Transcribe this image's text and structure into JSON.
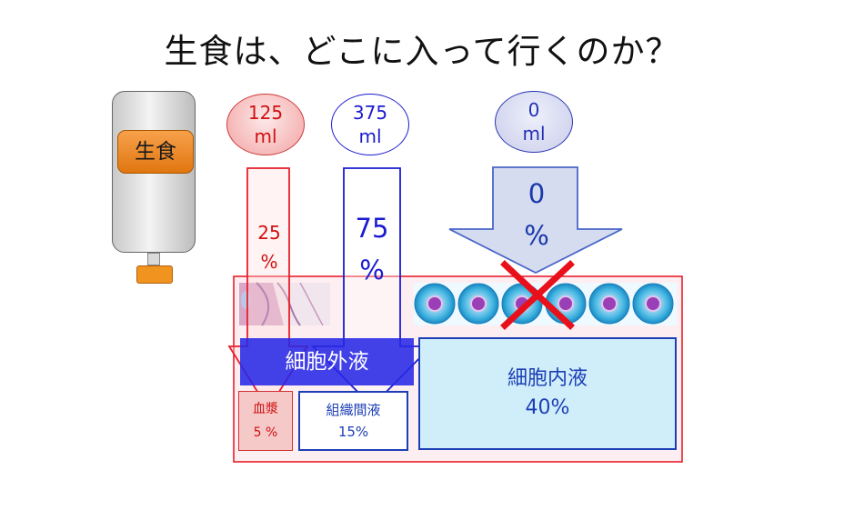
{
  "title": "生食は、どこに入って行くのか？",
  "bag": {
    "label": "生食"
  },
  "inflows": [
    {
      "amount": "125",
      "unit": "ml",
      "percent_value": "25",
      "percent_sign": "%",
      "color": "#d01010"
    },
    {
      "amount": "375",
      "unit": "ml",
      "percent_value": "75",
      "percent_sign": "%",
      "color": "#1b1bd0"
    },
    {
      "amount": "0",
      "unit": "ml",
      "percent_value": "0",
      "percent_sign": "%",
      "color": "#2430b5"
    }
  ],
  "compartments": {
    "ecf": {
      "label": "細胞外液"
    },
    "icf": {
      "label": "細胞内液",
      "percent": "40%"
    },
    "plasma": {
      "label": "血漿",
      "percent": "5 %"
    },
    "isf": {
      "label": "組織間液",
      "percent": "15%"
    }
  },
  "colors": {
    "red": "#d01010",
    "blue": "#1b1bd0",
    "cross": "#e8101a",
    "container_border": "#e81e2a"
  }
}
